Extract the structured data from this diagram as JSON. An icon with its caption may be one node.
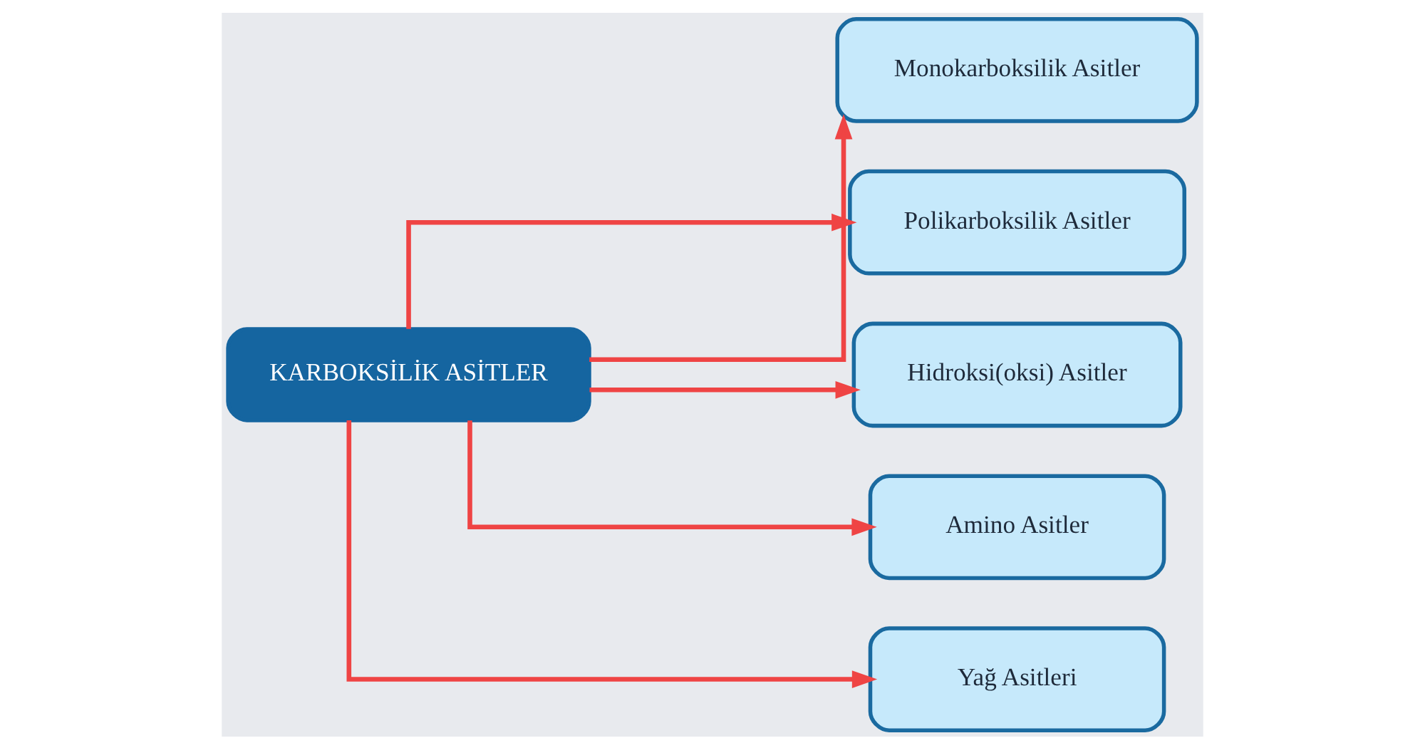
{
  "diagram": {
    "nodes": [
      {
        "text": [
          "KARBOKSİLİK ASİTLER"
        ]
      },
      {
        "text": [
          "Monokarboksilik Asitler"
        ]
      },
      {
        "text": [
          "Polikarboksilik Asitler"
        ]
      },
      {
        "text": [
          "Hidroksi(oksi) Asitler"
        ]
      },
      {
        "text": [
          "Amino Asitler"
        ]
      },
      {
        "text": [
          "Yağ Asitleri"
        ]
      }
    ],
    "edges": [
      {
        "from": 0,
        "to": 1,
        "arrow": "to"
      },
      {
        "from": 0,
        "to": 2,
        "arrow": "to"
      },
      {
        "from": 0,
        "to": 3,
        "arrow": "to"
      },
      {
        "from": 0,
        "to": 4,
        "arrow": "to"
      },
      {
        "from": 0,
        "to": 5,
        "arrow": "to"
      }
    ]
  }
}
